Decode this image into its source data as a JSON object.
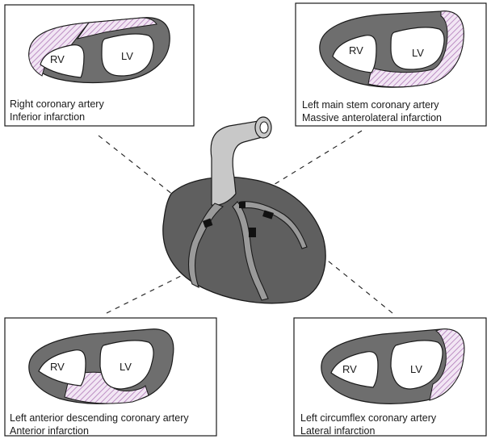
{
  "panels": {
    "top_left": {
      "artery": "Right coronary artery",
      "infarction": "Inferior infarction",
      "rv": "RV",
      "lv": "LV"
    },
    "top_right": {
      "artery": "Left main stem coronary artery",
      "infarction": "Massive anterolateral infarction",
      "rv": "RV",
      "lv": "LV"
    },
    "bottom_left": {
      "artery": "Left anterior descending coronary artery",
      "infarction": "Anterior infarction",
      "rv": "RV",
      "lv": "LV"
    },
    "bottom_right": {
      "artery": "Left circumflex coronary artery",
      "infarction": "Lateral infarction",
      "rv": "RV",
      "lv": "LV"
    }
  },
  "colors": {
    "myocardium": "#6e6e6e",
    "heart": "#5f5f5f",
    "aorta": "#c8c8c8",
    "infarct_hatch": "#b07ab8",
    "infarct_bg": "#f2e6f4"
  }
}
